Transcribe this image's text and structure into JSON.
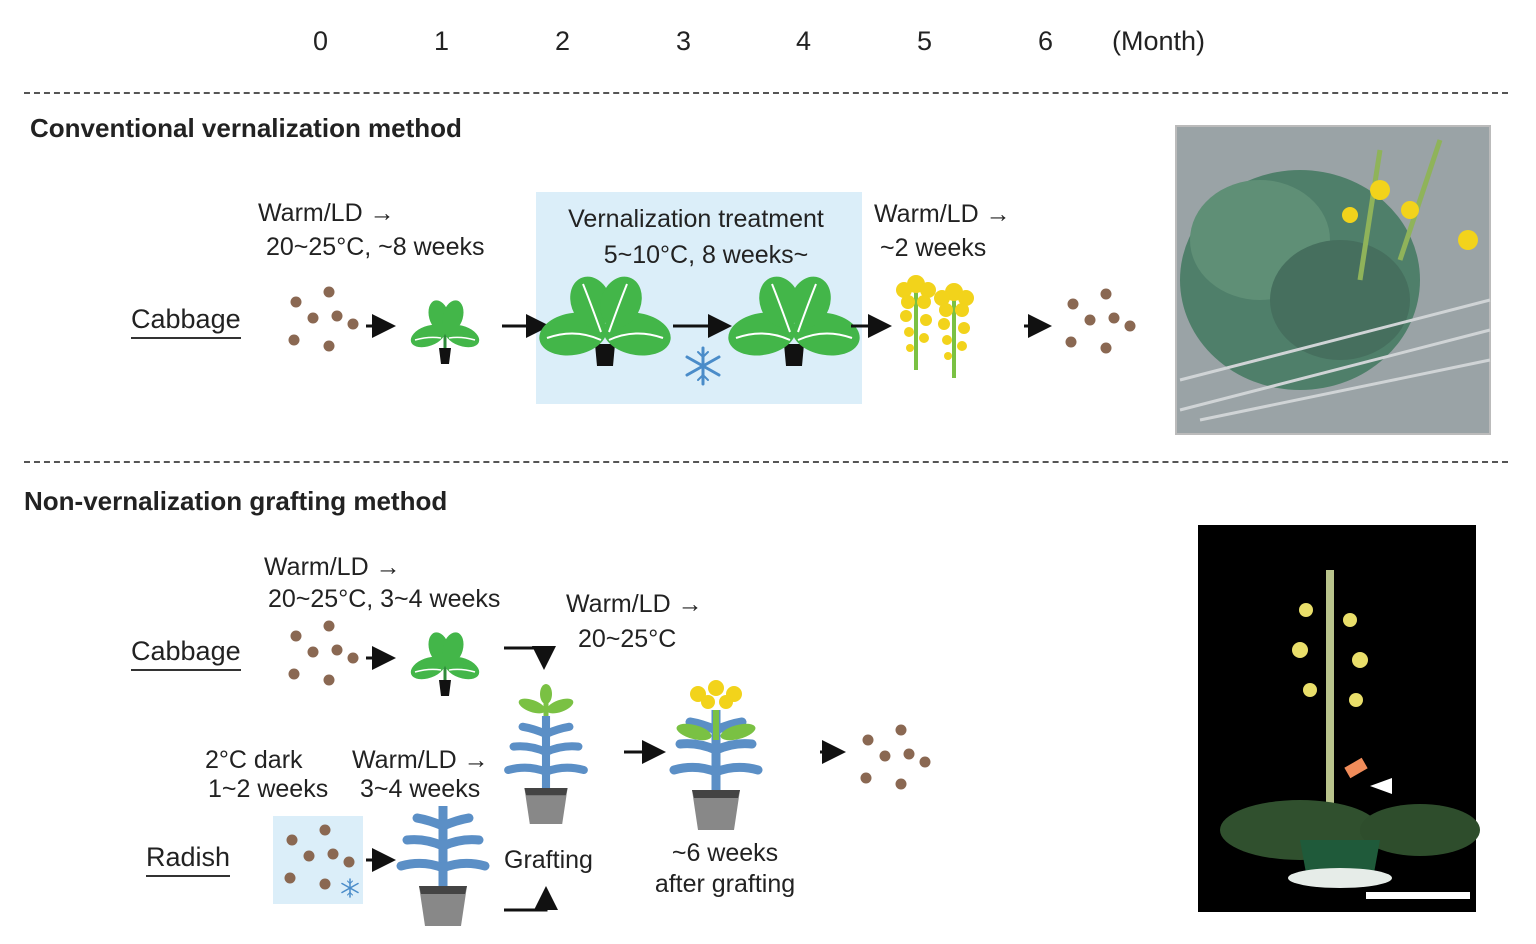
{
  "timeline": {
    "months": [
      "0",
      "1",
      "2",
      "3",
      "4",
      "5",
      "6"
    ],
    "unit": "(Month)"
  },
  "conventional": {
    "title": "Conventional vernalization method",
    "plant": "Cabbage",
    "step1": {
      "line1": "Warm/LD →",
      "line2": "20~25°C, ~8 weeks"
    },
    "treatment": {
      "line1": "Vernalization treatment",
      "line2": "5~10°C, 8 weeks~"
    },
    "step3": {
      "line1": "Warm/LD →",
      "line2": "~2 weeks"
    }
  },
  "grafting": {
    "title": "Non-vernalization grafting method",
    "cabbage": {
      "plant": "Cabbage",
      "step": {
        "line1": "Warm/LD →",
        "line2": "20~25°C, 3~4 weeks"
      }
    },
    "after_graft": {
      "line1": "Warm/LD →",
      "line2": "20~25°C"
    },
    "radish": {
      "plant": "Radish",
      "cold": {
        "line1": "2°C dark",
        "line2": "1~2 weeks"
      },
      "step": {
        "line1": "Warm/LD →",
        "line2": "3~4 weeks"
      }
    },
    "grafting_label": "Grafting",
    "result": {
      "line1": "~6 weeks",
      "line2": "after grafting"
    }
  },
  "colors": {
    "leaf": "#43b649",
    "leaf_vein": "#ffffff",
    "pot": "#111111",
    "seed": "#8a6852",
    "treatment_bg": "#dbeef9",
    "snowflake": "#4a8cc9",
    "radish_blue": "#5b8fc6",
    "flower": "#f2d31b",
    "stem": "#7ac143",
    "photo_bg": "#000000"
  }
}
